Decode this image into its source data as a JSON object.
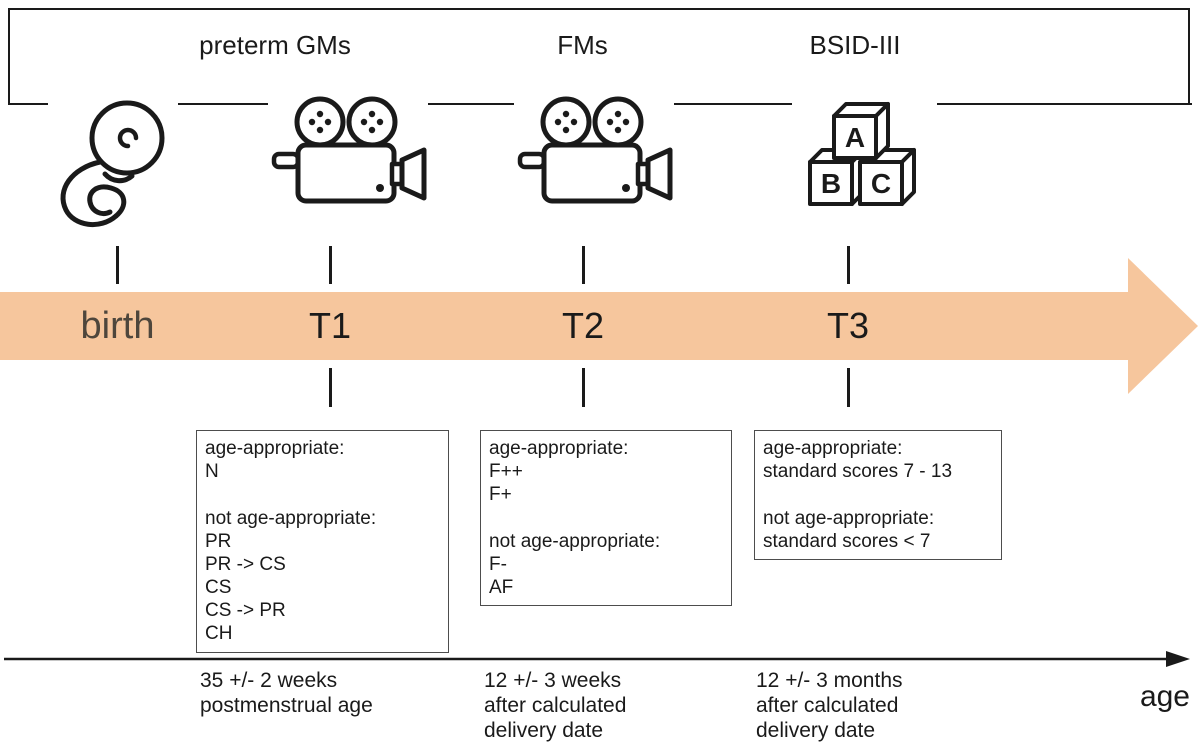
{
  "header": {
    "assessments": [
      {
        "label": "preterm GMs"
      },
      {
        "label": "FMs"
      },
      {
        "label": "BSID-III"
      }
    ]
  },
  "timeline": {
    "arrow_color": "#f6c69d",
    "points": [
      {
        "label": "birth"
      },
      {
        "label": "T1"
      },
      {
        "label": "T2"
      },
      {
        "label": "T3"
      }
    ],
    "axis_label": "age"
  },
  "icons": {
    "fetus": "fetus-icon",
    "camera_t1": "video-camera-icon",
    "camera_t2": "video-camera-icon",
    "blocks": "abc-blocks-icon",
    "blocks_letters": [
      "A",
      "B",
      "C"
    ]
  },
  "result_boxes": [
    {
      "text": "age-appropriate:\nN\n\nnot age-appropriate:\nPR\nPR -> CS\nCS\nCS -> PR\nCH"
    },
    {
      "text": "age-appropriate:\nF++\nF+\n\nnot age-appropriate:\nF-\nAF"
    },
    {
      "text": "age-appropriate:\nstandard scores 7 - 13\n\nnot age-appropriate:\nstandard scores < 7"
    }
  ],
  "schedule_notes": [
    {
      "text": "35 +/- 2 weeks\npostmenstrual age"
    },
    {
      "text": "12 +/- 3 weeks\nafter calculated\ndelivery date"
    },
    {
      "text": "12 +/- 3 months\nafter calculated\ndelivery date"
    }
  ]
}
